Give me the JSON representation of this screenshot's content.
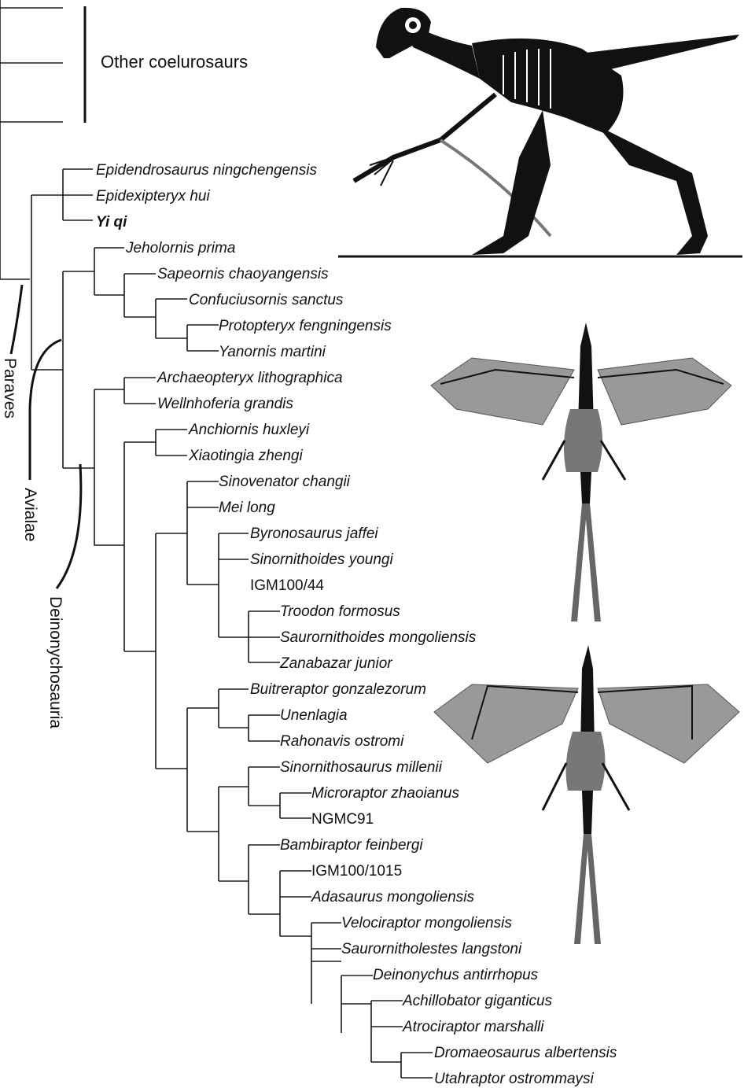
{
  "other_group_label": "Other coelurosaurs",
  "clades": {
    "paraves": "Paraves",
    "avialae": "Avialae",
    "deinonychosauria": "Deinonychosauria"
  },
  "taxa": [
    {
      "name": "Epidendrosaurus ningchengensis"
    },
    {
      "name": "Epidexipteryx hui"
    },
    {
      "name": "Yi qi",
      "bold": true
    },
    {
      "name": "Jeholornis prima"
    },
    {
      "name": "Sapeornis chaoyangensis"
    },
    {
      "name": "Confuciusornis sanctus"
    },
    {
      "name": "Protopteryx fengningensis"
    },
    {
      "name": "Yanornis martini"
    },
    {
      "name": "Archaeopteryx lithographica"
    },
    {
      "name": "Wellnhoferia grandis"
    },
    {
      "name": "Anchiornis huxleyi"
    },
    {
      "name": "Xiaotingia zhengi"
    },
    {
      "name": "Sinovenator changii"
    },
    {
      "name": "Mei long"
    },
    {
      "name": "Byronosaurus jaffei"
    },
    {
      "name": "Sinornithoides youngi"
    },
    {
      "name": "IGM100/44",
      "roman": true
    },
    {
      "name": "Troodon formosus"
    },
    {
      "name": "Saurornithoides mongoliensis"
    },
    {
      "name": "Zanabazar junior"
    },
    {
      "name": "Buitreraptor gonzalezorum"
    },
    {
      "name": "Unenlagia"
    },
    {
      "name": "Rahonavis ostromi"
    },
    {
      "name": "Sinornithosaurus millenii"
    },
    {
      "name": "Microraptor zhaoianus"
    },
    {
      "name": "NGMC91",
      "roman": true
    },
    {
      "name": "Bambiraptor feinbergi"
    },
    {
      "name": "IGM100/1015",
      "roman": true
    },
    {
      "name": "Adasaurus mongoliensis"
    },
    {
      "name": "Velociraptor mongoliensis"
    },
    {
      "name": "Saurornitholestes langstoni"
    },
    {
      "name": "Deinonychus antirrhopus"
    },
    {
      "name": "Achillobator giganticus"
    },
    {
      "name": "Atrociraptor marshalli"
    },
    {
      "name": "Dromaeosaurus albertensis"
    },
    {
      "name": "Utahraptor ostrommaysi"
    }
  ]
}
